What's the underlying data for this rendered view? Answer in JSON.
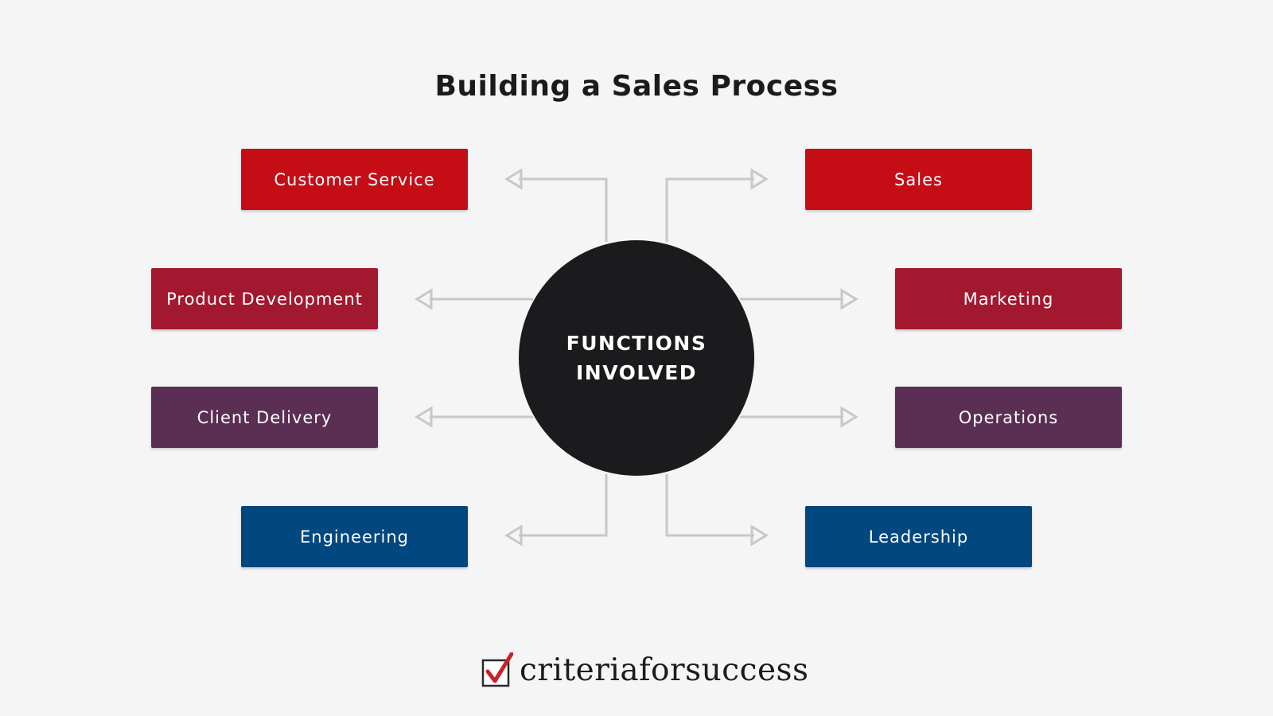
{
  "title": "Building a Sales Process",
  "center": {
    "line1": "FUNCTIONS",
    "line2": "INVOLVED"
  },
  "functions": [
    {
      "label": "Customer Service",
      "color": "#c50d16"
    },
    {
      "label": "Sales",
      "color": "#c50d16"
    },
    {
      "label": "Product Development",
      "color": "#a2182e"
    },
    {
      "label": "Marketing",
      "color": "#a2182e"
    },
    {
      "label": "Client Delivery",
      "color": "#5b2e53"
    },
    {
      "label": "Operations",
      "color": "#5b2e53"
    },
    {
      "label": "Engineering",
      "color": "#014780"
    },
    {
      "label": "Leadership",
      "color": "#014780"
    }
  ],
  "logo": {
    "text": "criteriaforsuccess",
    "check_color": "#c9222b"
  },
  "colors": {
    "background": "#f5f5f6",
    "circle": "#1b1a1c",
    "connector": "#c8c8ca"
  }
}
